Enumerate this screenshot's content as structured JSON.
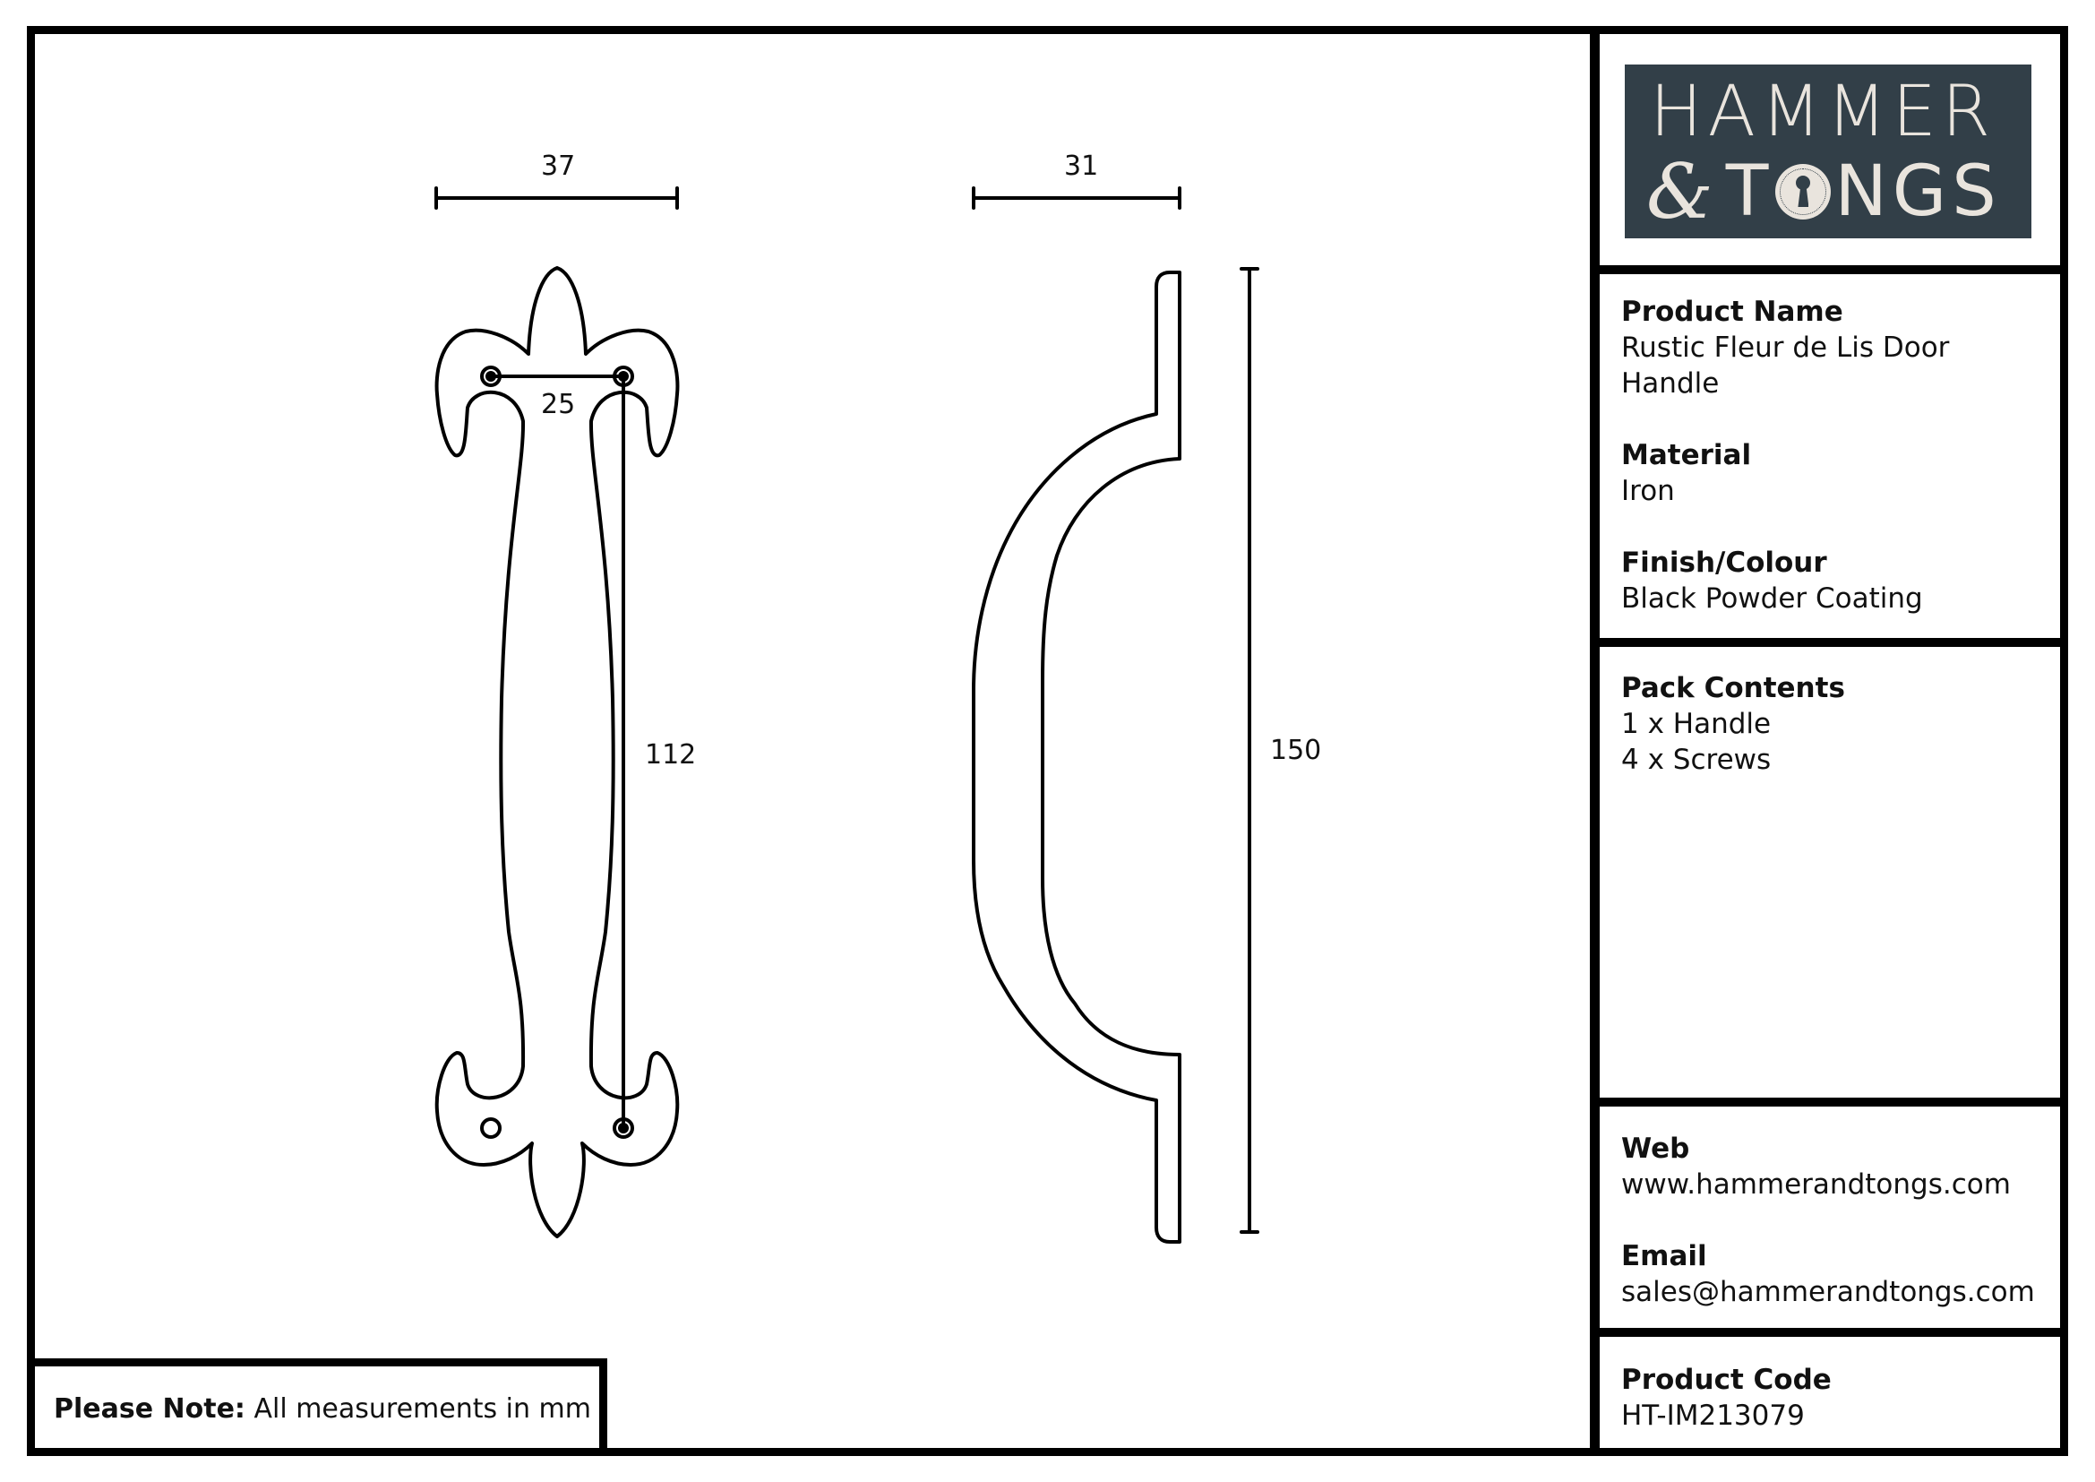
{
  "brand": {
    "line1": "HAMMER",
    "ampersand": "&",
    "line2_pre": "T",
    "line2_post": "NGS",
    "logo_bg": "#323f48",
    "logo_fg": "#e9e4dd",
    "icon": "keyhole-icon"
  },
  "product": {
    "name_label": "Product Name",
    "name_line1": "Rustic Fleur de Lis Door",
    "name_line2": "Handle",
    "material_label": "Material",
    "material": "Iron",
    "finish_label": "Finish/Colour",
    "finish": "Black Powder Coating"
  },
  "pack": {
    "label": "Pack Contents",
    "items": [
      "1 x Handle",
      "4 x Screws"
    ]
  },
  "contact": {
    "web_label": "Web",
    "web": "www.hammerandtongs.com",
    "email_label": "Email",
    "email": "sales@hammerandtongs.com"
  },
  "code": {
    "label": "Product Code",
    "value": "HT-IM213079"
  },
  "note": {
    "label": "Please Note:",
    "text": "All measurements in mm"
  },
  "dimensions": {
    "front_width": "37",
    "hole_spacing_h": "25",
    "hole_spacing_v": "112",
    "side_depth": "31",
    "overall_height": "150",
    "unit": "mm"
  }
}
